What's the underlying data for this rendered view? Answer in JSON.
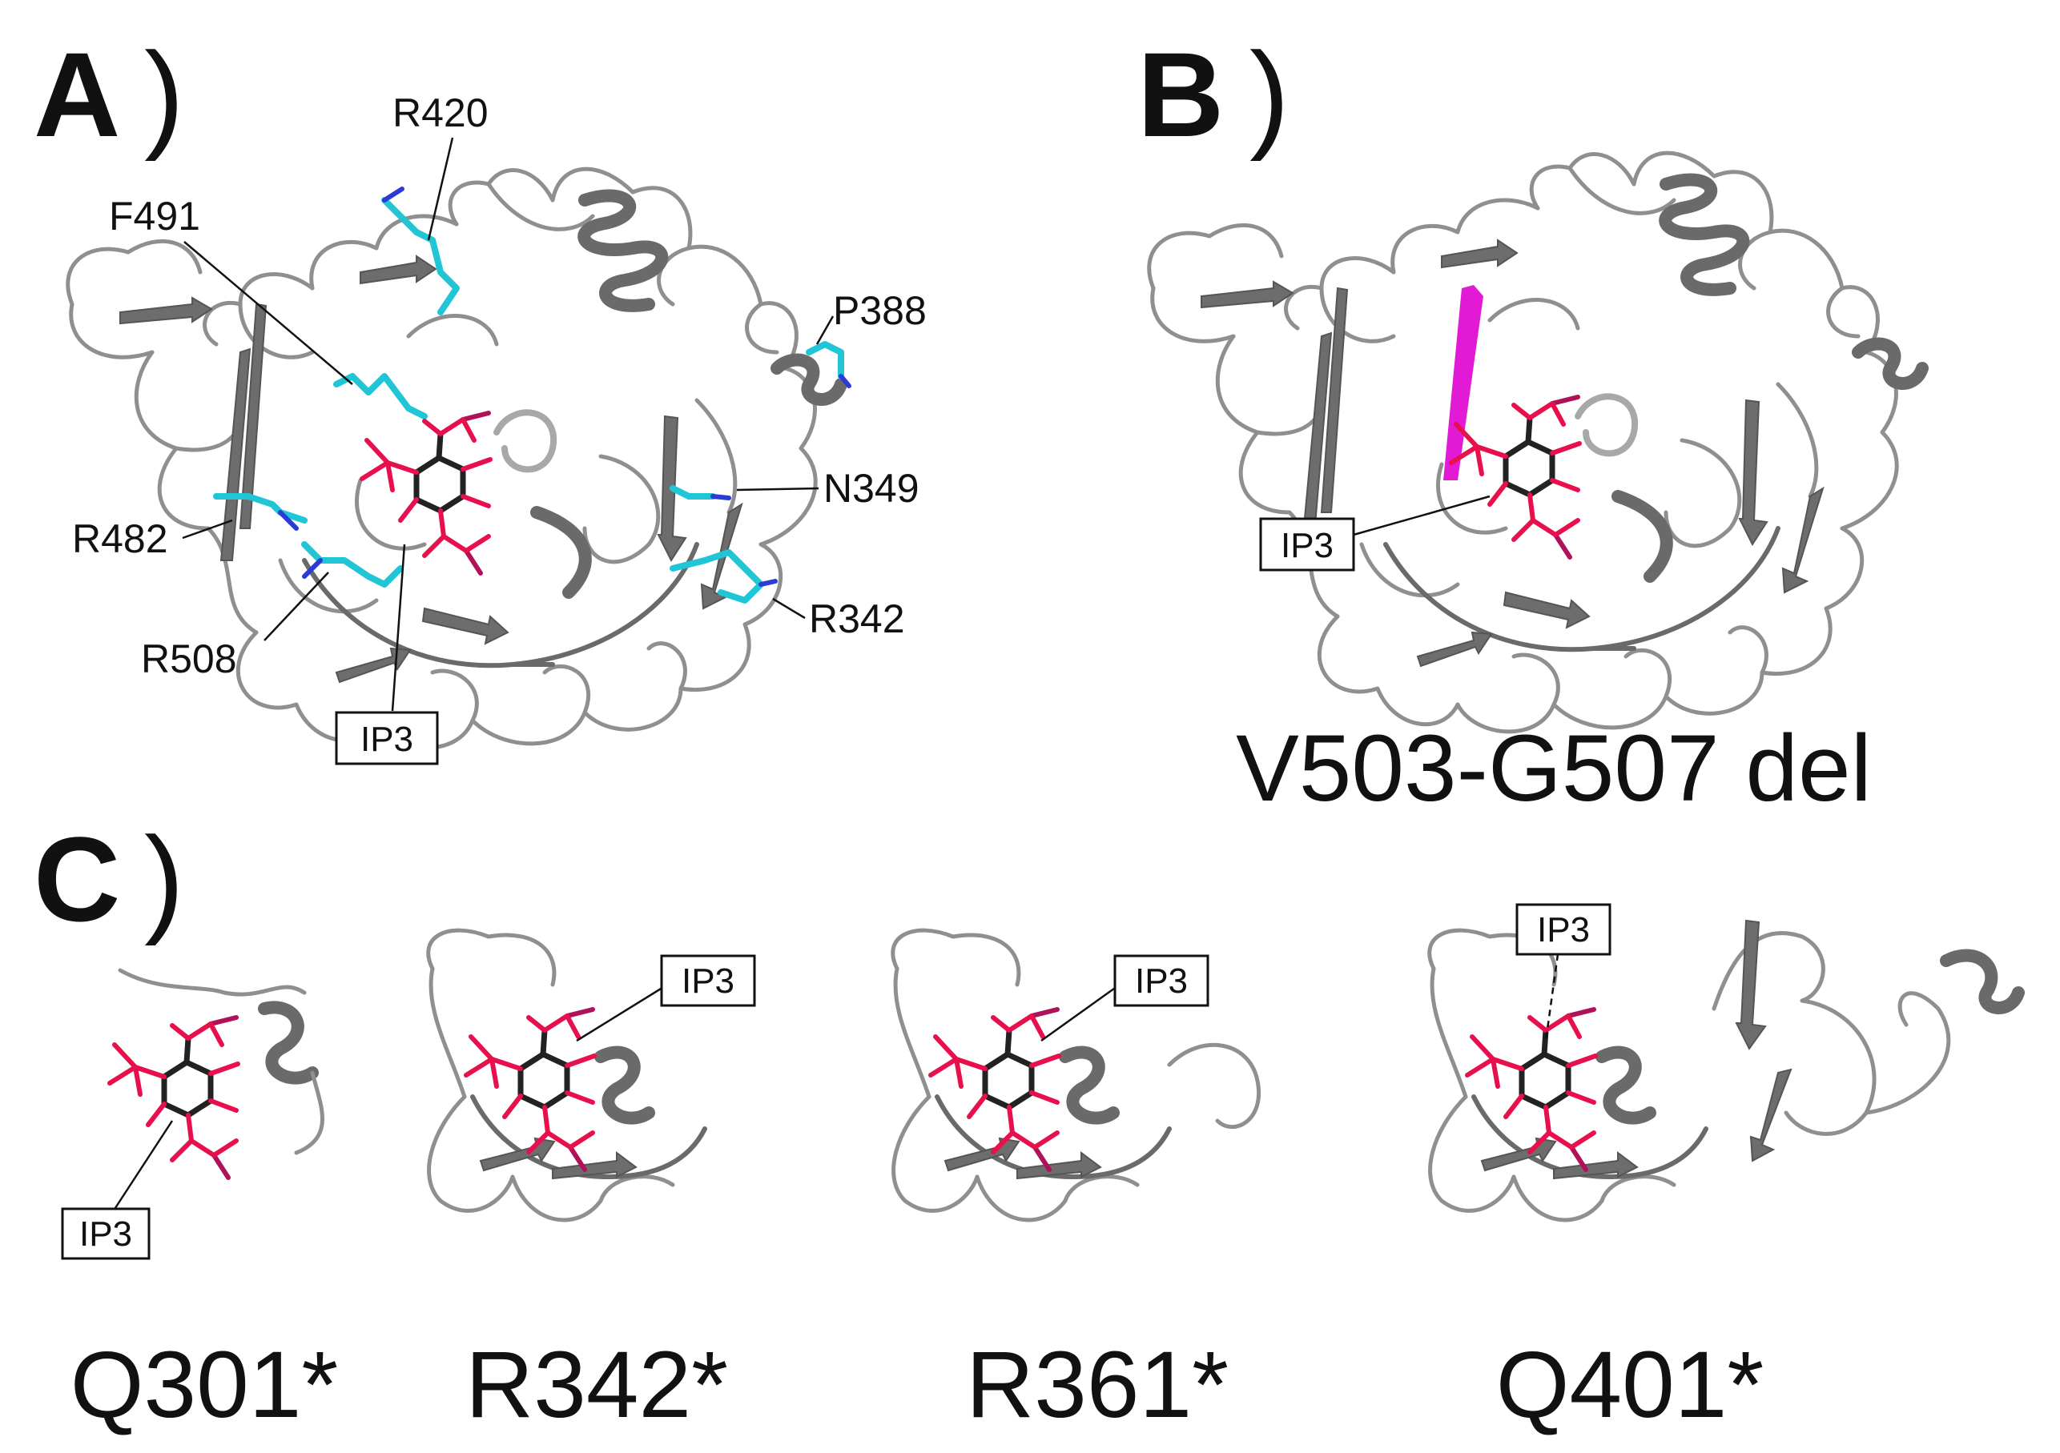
{
  "panels": {
    "a": {
      "letter": "A",
      "paren": ")",
      "residues": [
        "R420",
        "F491",
        "P388",
        "N349",
        "R482",
        "R508",
        "R342"
      ],
      "ligand": "IP3"
    },
    "b": {
      "letter": "B",
      "paren": ")",
      "ligand": "IP3",
      "caption": "V503-G507 del",
      "highlight_color": "#e21ad6"
    },
    "c": {
      "letter": "C",
      "paren": ")",
      "ligand": "IP3",
      "captions": [
        "Q301*",
        "R342*",
        "R361*",
        "Q401*"
      ]
    }
  },
  "colors": {
    "protein": "#8f8f8f",
    "residue_sticks": "#21c6d6",
    "nitrogen": "#2a3bd6",
    "ligand_oxygen": "#e8104c",
    "ligand_carbon": "#222222"
  }
}
